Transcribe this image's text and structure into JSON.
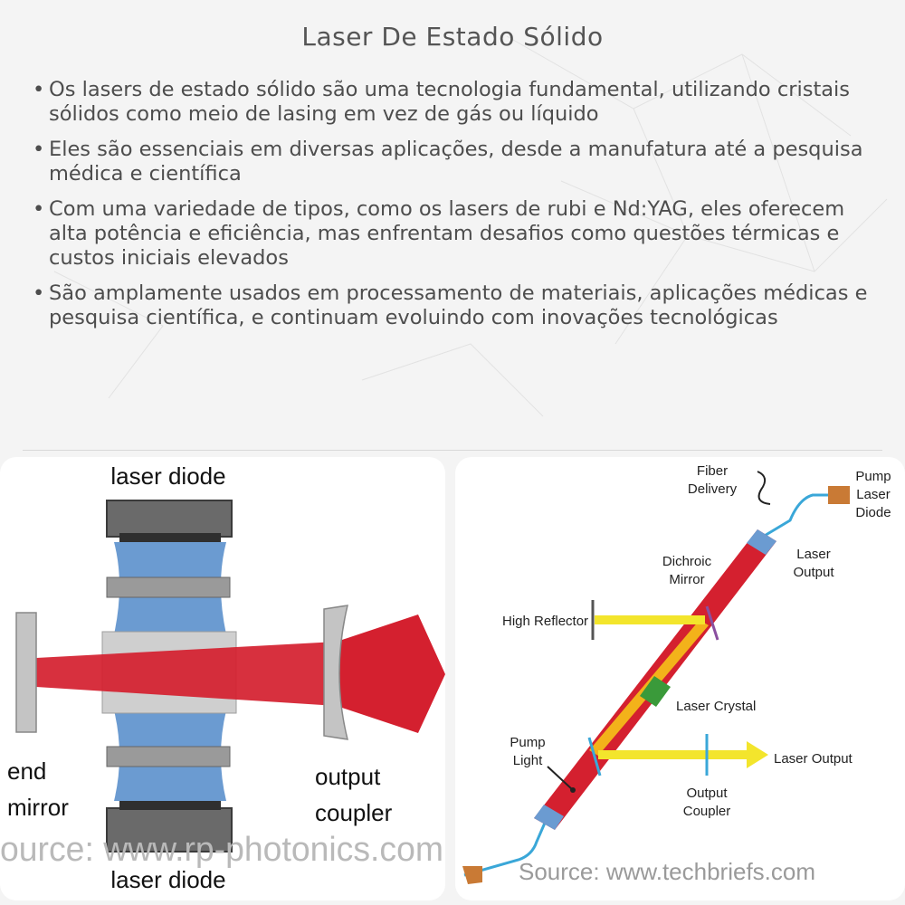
{
  "title": "Laser De Estado Sólido",
  "bullets": [
    "Os lasers de estado sólido são uma tecnologia fundamental, utilizando cristais sólidos como meio de lasing em vez de gás ou líquido",
    "Eles são essenciais em diversas aplicações, desde a manufatura até a pesquisa médica e científica",
    "Com uma variedade de tipos, como os lasers de rubi e Nd:YAG, eles oferecem alta potência e eficiência, mas enfrentam desafios como questões térmicas e custos iniciais elevados",
    "São amplamente usados em processamento de materiais, aplicações médicas e pesquisa científica, e continuam evoluindo com inovações tecnológicas"
  ],
  "left_diagram": {
    "label_top": "laser diode",
    "label_bottom": "laser diode",
    "label_end_1": "end",
    "label_end_2": "mirror",
    "label_out_1": "output",
    "label_out_2": "coupler",
    "source": "ource: www.rp-photonics.com"
  },
  "right_diagram": {
    "fiber_1": "Fiber",
    "fiber_2": "Delivery",
    "pump_1": "Pump",
    "pump_2": "Laser",
    "pump_3": "Diode",
    "dichroic_1": "Dichroic",
    "dichroic_2": "Mirror",
    "laser_output_1": "Laser",
    "laser_output_2": "Output",
    "high_reflector": "High Reflector",
    "laser_crystal": "Laser Crystal",
    "pump_light_1": "Pump",
    "pump_light_2": "Light",
    "laser_output_h": "Laser Output",
    "output_coupler_1": "Output",
    "output_coupler_2": "Coupler",
    "source": "Source: www.techbriefs.com"
  },
  "colors": {
    "laser_red": "#d4202f",
    "diode_blue": "#6b9bd1",
    "beam_yellow": "#f3e52c",
    "crystal_green": "#3a9a3a",
    "fiber_blue": "#3aa7d8",
    "diode_orange": "#c97a35"
  }
}
